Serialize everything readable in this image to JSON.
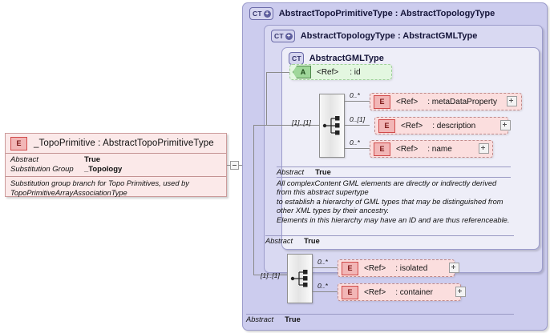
{
  "diagram": {
    "type": "xsd-schema-diagram",
    "colors": {
      "element_fill": "#fbdede",
      "element_border": "#c08a8a",
      "element_badge": "#f2b6b6",
      "attribute_fill": "#e3f7e0",
      "attribute_badge": "#9fd79a",
      "panel_outer": "#ccccee",
      "panel_middle": "#d9d9f2",
      "panel_inner": "#eeeef8",
      "panel_border": "#9c9ccb",
      "connector": "#8a8a8a"
    }
  },
  "root_element": {
    "badge": "E",
    "title": "_TopoPrimitive : AbstractTopoPrimitiveType",
    "properties": [
      {
        "key": "Abstract",
        "value": "True"
      },
      {
        "key": "Substitution Group",
        "value": "_Topology"
      }
    ],
    "documentation": "Substitution group branch for Topo Primitives, used by TopoPrimitiveArrayAssociationType",
    "collapse_icon": "minus-icon"
  },
  "panels": {
    "topo_primitive_type": {
      "badge": "CT",
      "badge_plus": "+",
      "title": "AbstractTopoPrimitiveType : AbstractTopologyType",
      "abstract": {
        "key": "Abstract",
        "value": "True"
      }
    },
    "topology_type": {
      "badge": "CT",
      "badge_plus": "+",
      "title": "AbstractTopologyType : AbstractGMLType",
      "abstract": {
        "key": "Abstract",
        "value": "True"
      }
    },
    "gml_type": {
      "badge": "CT",
      "title": "AbstractGMLType",
      "abstract": {
        "key": "Abstract",
        "value": "True"
      },
      "documentation": [
        "All complexContent GML elements are directly or indirectly derived from this abstract supertype",
        "to establish a hierarchy of GML types that may be distinguished from other XML types by their ancestry.",
        "Elements in this hierarchy may have an ID and are thus referenceable."
      ]
    }
  },
  "attribute_id": {
    "badge": "A",
    "ref": "<Ref>",
    "name": ": id"
  },
  "gml_sequence": {
    "icon": "sequence-compositor-icon",
    "cardinality": "[1]..[1]",
    "children": [
      {
        "badge": "E",
        "ref": "<Ref>",
        "name": ": metaDataProperty",
        "cardinality": "0..*",
        "expander": "plus-icon"
      },
      {
        "badge": "E",
        "ref": "<Ref>",
        "name": ": description",
        "cardinality": "0..[1]",
        "expander": "plus-icon"
      },
      {
        "badge": "E",
        "ref": "<Ref>",
        "name": ": name",
        "cardinality": "0..*",
        "expander": "plus-icon"
      }
    ]
  },
  "topo_sequence": {
    "icon": "sequence-compositor-icon",
    "cardinality": "[1]..[1]",
    "children": [
      {
        "badge": "E",
        "ref": "<Ref>",
        "name": ": isolated",
        "cardinality": "0..*",
        "expander": "plus-icon"
      },
      {
        "badge": "E",
        "ref": "<Ref>",
        "name": ": container",
        "cardinality": "0..*",
        "expander": "plus-icon"
      }
    ]
  }
}
